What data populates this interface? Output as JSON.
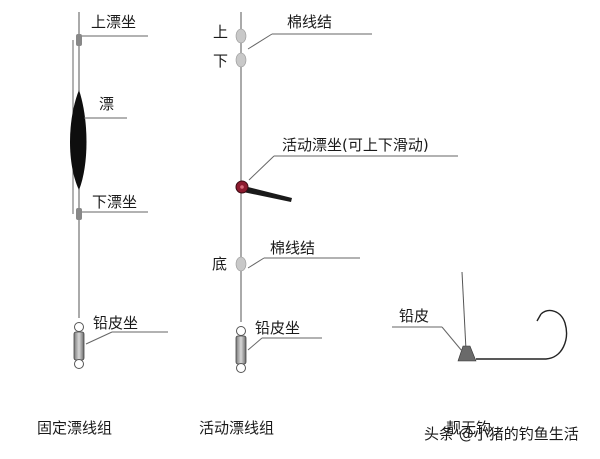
{
  "fixed_rig": {
    "top_float_seat": "上漂坐",
    "float": "漂",
    "bottom_float_seat": "下漂坐",
    "lead_seat": "铅皮坐",
    "caption": "固定漂线组"
  },
  "sliding_rig": {
    "upper_marker": "上",
    "lower_marker": "下",
    "cotton_knot_top": "棉线结",
    "sliding_seat": "活动漂坐(可上下滑动)",
    "bottom_marker": "底",
    "cotton_knot_bottom": "棉线结",
    "lead_seat": "铅皮坐",
    "caption": "活动漂线组"
  },
  "hook_rig": {
    "lead": "铅皮",
    "caption": "靓无钩"
  },
  "watermark": "头条 @小猪的钓鱼生活"
}
